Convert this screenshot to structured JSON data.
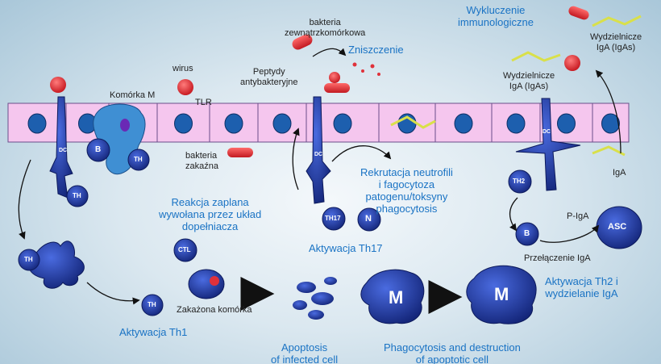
{
  "labels": {
    "bacteria_extracellular": "bakteria\nzewnątrzkomórkowa",
    "destruction": "Zniszczenie",
    "immune_exclusion": "Wykluczenie\nimmunologiczne",
    "secreted_iga_top": "Wydzielnicze\nIgA (IgAs)",
    "secreted_iga_mid": "Wydzielnicze\nIgA (IgAs)",
    "virus": "wirus",
    "m_cell": "Komórka M",
    "tlr": "TLR",
    "peptides": "Peptydy\nantybakteryjne",
    "infectious_bacteria": "bakteria\nzakaźna",
    "neutrophil_recruitment": "Rekrutacja neutrofili\ni fagocytoza\npatogenu/toksyny\nphagocytosis",
    "complement": "Reakcja zaplana\nwywołana przez układ\ndopełniacza",
    "th17_activation": "Aktywacja Th17",
    "infected_cell": "Zakażona komórka",
    "th1_activation": "Aktywacja Th1",
    "apoptosis": "Apoptosis\nof infected cell",
    "phagocytosis": "Phagocytosis and destruction\nof apoptotic cell",
    "piga": "P-IgA",
    "iga": "IgA",
    "switch_iga": "Przełączenie IgA",
    "th2_activation": "Aktywacja Th2  i\nwydzielanie IgA"
  },
  "cell_tags": {
    "dc": "DC",
    "b": "B",
    "th": "TH",
    "th2": "TH2",
    "th17": "TH17",
    "ctl": "CTL",
    "n": "N",
    "asc": "ASC",
    "m": "M"
  },
  "colors": {
    "epithelium": "#f5c6ee",
    "cell_blue": "#1b3fb0",
    "label_blue": "#1a73c4",
    "bacteria_red": "#e0313a",
    "antibody_yellow": "#d9e04a"
  }
}
